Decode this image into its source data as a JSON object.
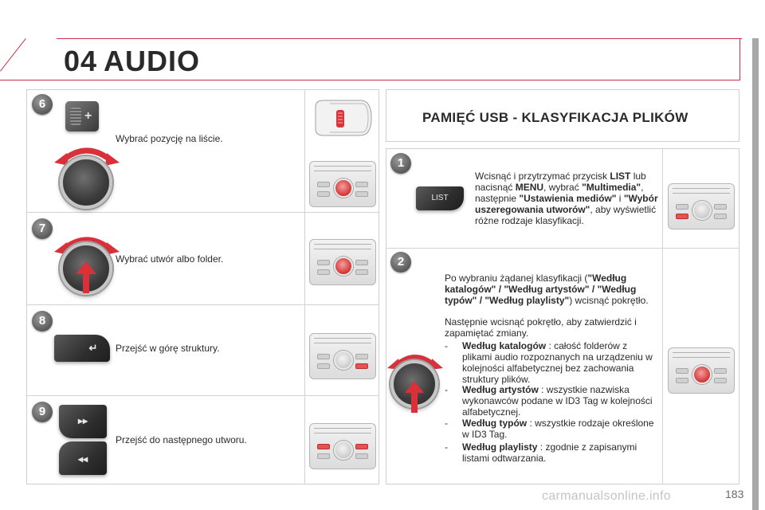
{
  "header": {
    "chapter_number": "04",
    "chapter_title": "AUDIO"
  },
  "left_steps": [
    {
      "number": "6",
      "text": "Wybrać pozycję na liście."
    },
    {
      "number": "7",
      "text": "Wybrać utwór albo folder."
    },
    {
      "number": "8",
      "text": "Przejść w górę struktury."
    },
    {
      "number": "9",
      "text": "Przejść do następnego utworu."
    }
  ],
  "buttons": {
    "back_glyph": "↵",
    "next_glyph": "▸▸",
    "prev_glyph": "◂◂",
    "list_label": "LIST"
  },
  "usb_title": "PAMIĘĆ USB - KLASYFIKACJA PLIKÓW",
  "step1": {
    "number": "1",
    "t1": "Wcisnąć i przytrzymać przycisk ",
    "b1": "LIST",
    "t2": " lub nacisnąć ",
    "b2": "MENU",
    "t3": ", wybrać ",
    "b3": "\"Multimedia\"",
    "t4": ", następnie ",
    "b4": "\"Ustawienia mediów\"",
    "t5": " i ",
    "b5": "\"Wybór uszeregowania utworów\"",
    "t6": ", aby wyświetlić różne rodzaje klasyfikacji."
  },
  "step2": {
    "number": "2",
    "p1_t1": "Po wybraniu żądanej klasyfikacji (",
    "p1_b1": "\"Według katalogów\" / \"Według artystów\" / \"Według typów\" / \"Według playlisty\"",
    "p1_t2": ") wcisnąć pokrętło.",
    "p2": "Następnie wcisnąć pokrętło, aby zatwierdzić i zapamiętać zmiany.",
    "items": [
      {
        "dash": "-",
        "bold": "Według katalogów",
        "rest": " : całość folderów z plikami audio rozpoznanych na urządzeniu w kolejności alfabetycznej bez zachowania struktury plików."
      },
      {
        "dash": "-",
        "bold": "Według artystów",
        "rest": " : wszystkie nazwiska wykonawców podane w ID3 Tag w kolejności alfabetycznej."
      },
      {
        "dash": "-",
        "bold": "Według typów",
        "rest": " : wszystkie rodzaje określone w ID3 Tag."
      },
      {
        "dash": "-",
        "bold": "Według playlisty",
        "rest": " : zgodnie z zapisanymi listami odtwarzania."
      }
    ]
  },
  "footer": {
    "page_number": "183",
    "watermark": "carmanualsonline.info"
  },
  "colors": {
    "accent": "#c8314a",
    "knob_red": "#d83a3a",
    "arrow_red": "#d9303a"
  }
}
